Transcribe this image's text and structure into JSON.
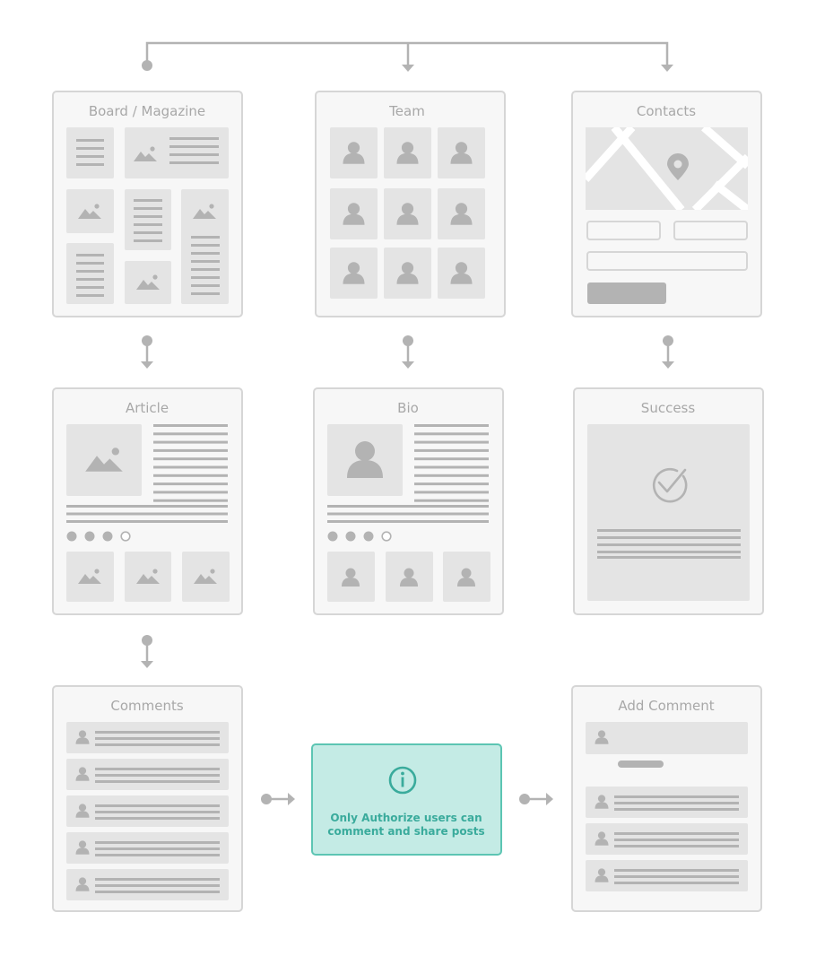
{
  "screens": {
    "board": {
      "title": "Board / Magazine"
    },
    "team": {
      "title": "Team"
    },
    "contacts": {
      "title": "Contacts"
    },
    "article": {
      "title": "Article"
    },
    "bio": {
      "title": "Bio"
    },
    "success": {
      "title": "Success"
    },
    "comments": {
      "title": "Comments"
    },
    "add_comment": {
      "title": "Add Comment"
    }
  },
  "notice": {
    "line1": "Only Authorize users can",
    "line2": "comment and share posts",
    "icon": "info-icon"
  },
  "colors": {
    "frame_fill": "#f7f7f7",
    "frame_stroke": "#d6d6d6",
    "block": "#e4e4e4",
    "glyph": "#b3b3b3",
    "connector": "#b3b3b3",
    "notice_fill": "#c4ebe5",
    "notice_stroke": "#5cc5b3",
    "notice_text": "#3aab9c"
  }
}
